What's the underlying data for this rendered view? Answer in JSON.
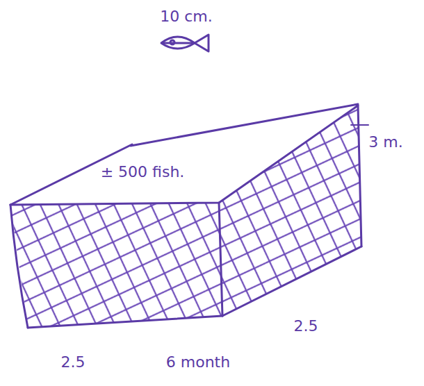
{
  "diagram": {
    "labels": [
      "10 cm.",
      "± 500 fish.",
      "3 m.",
      "2.5",
      "2.5",
      "6 month"
    ]
  }
}
